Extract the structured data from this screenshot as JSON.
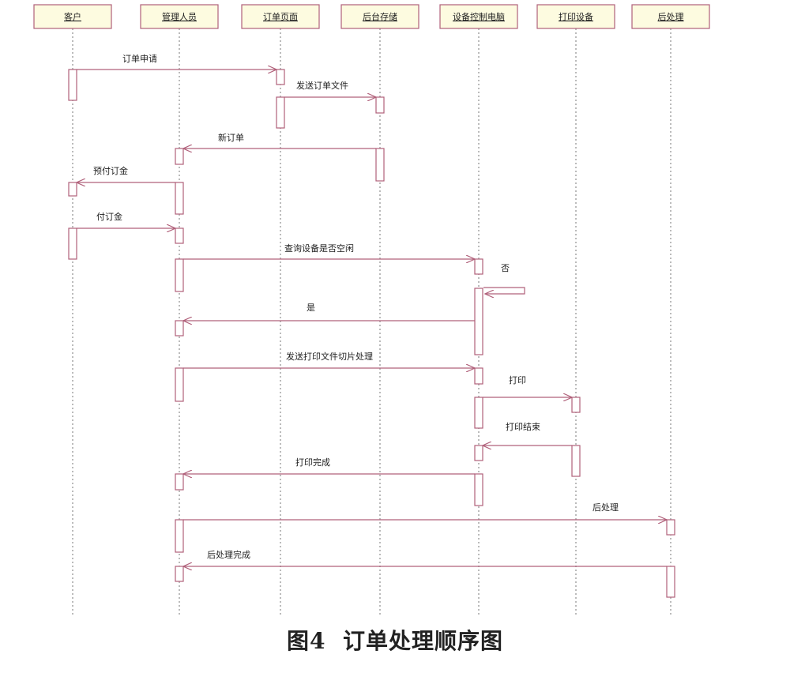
{
  "actors": [
    {
      "id": "customer",
      "label": "客户"
    },
    {
      "id": "admin",
      "label": "管理人员"
    },
    {
      "id": "order_page",
      "label": "订单页面"
    },
    {
      "id": "backend_storage",
      "label": "后台存储"
    },
    {
      "id": "device_pc",
      "label": "设备控制电脑"
    },
    {
      "id": "printer",
      "label": "打印设备"
    },
    {
      "id": "postprocess",
      "label": "后处理"
    }
  ],
  "messages": [
    {
      "from": "customer",
      "to": "order_page",
      "label": "订单申请"
    },
    {
      "from": "order_page",
      "to": "backend_storage",
      "label": "发送订单文件"
    },
    {
      "from": "backend_storage",
      "to": "admin",
      "label": "新订单"
    },
    {
      "from": "admin",
      "to": "customer",
      "label": "预付订金"
    },
    {
      "from": "customer",
      "to": "admin",
      "label": "付订金"
    },
    {
      "from": "admin",
      "to": "device_pc",
      "label": "查询设备是否空闲"
    },
    {
      "from": "device_pc",
      "to": "device_pc",
      "label": "否"
    },
    {
      "from": "device_pc",
      "to": "admin",
      "label": "是"
    },
    {
      "from": "admin",
      "to": "device_pc",
      "label": "发送打印文件切片处理"
    },
    {
      "from": "device_pc",
      "to": "printer",
      "label": "打印"
    },
    {
      "from": "printer",
      "to": "device_pc",
      "label": "打印结束"
    },
    {
      "from": "device_pc",
      "to": "admin",
      "label": "打印完成"
    },
    {
      "from": "admin",
      "to": "postprocess",
      "label": "后处理"
    },
    {
      "from": "postprocess",
      "to": "admin",
      "label": "后处理完成"
    }
  ],
  "caption": {
    "prefix": "图",
    "number": "4",
    "title": "订单处理顺序图"
  },
  "colors": {
    "line": "#b0607a",
    "box_fill": "#fdfbe0"
  }
}
